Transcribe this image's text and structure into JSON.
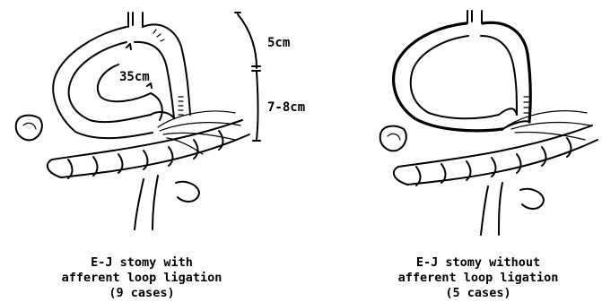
{
  "left_panel": {
    "labels": {
      "loop_length": "35cm",
      "upper_segment": "5cm",
      "lower_segment": "7-8cm"
    },
    "caption": [
      "E-J stomy with",
      "afferent loop ligation",
      "(9 cases)"
    ]
  },
  "right_panel": {
    "caption": [
      "E-J stomy without",
      "afferent loop ligation",
      "(5 cases)"
    ]
  }
}
